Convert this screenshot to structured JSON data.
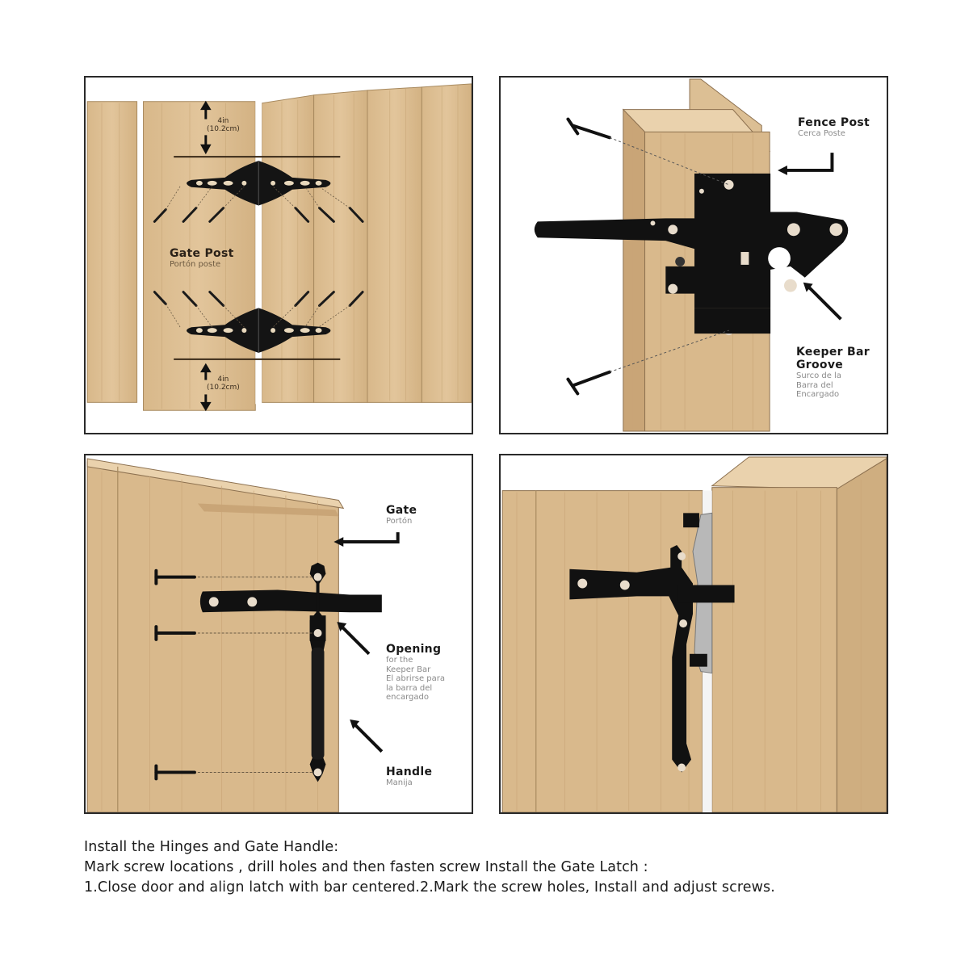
{
  "panels": {
    "hinges": {
      "gate_post_label": "Gate Post",
      "gate_post_label_es": "Portón poste",
      "top_dimension": "4in",
      "top_dimension_metric": "(10.2cm)",
      "bottom_dimension": "4in",
      "bottom_dimension_metric": "(10.2cm)"
    },
    "latch": {
      "fence_post_label": "Fence Post",
      "fence_post_label_es": "Cerca Poste",
      "keeper_bar_label": "Keeper Bar Groove",
      "keeper_bar_label_es": "Surco de la Barra del Encargado"
    },
    "handle": {
      "gate_label": "Gate",
      "gate_label_es": "Portón",
      "opening_label": "Opening",
      "opening_label_es_line1": "for the",
      "opening_label_es_line2": "Keeper Bar",
      "opening_label_es_line3": "El abrirse para",
      "opening_label_es_line4": "la barra del",
      "opening_label_es_line5": "encargado",
      "handle_label": "Handle",
      "handle_label_es": "Manija"
    },
    "assembled": {}
  },
  "instructions": {
    "line1": "Install the Hinges and Gate Handle:",
    "line2": "Mark screw locations , drill holes and then fasten screw Install the Gate Latch :",
    "line3": "1.Close door and align latch with bar centered.2.Mark the screw holes, Install and adjust screws."
  },
  "colors": {
    "wood": "#d9b98c",
    "wood_dark": "#c9a577",
    "wood_light": "#ead2ad",
    "hardware": "#111111",
    "frame": "#2a2a2a"
  }
}
